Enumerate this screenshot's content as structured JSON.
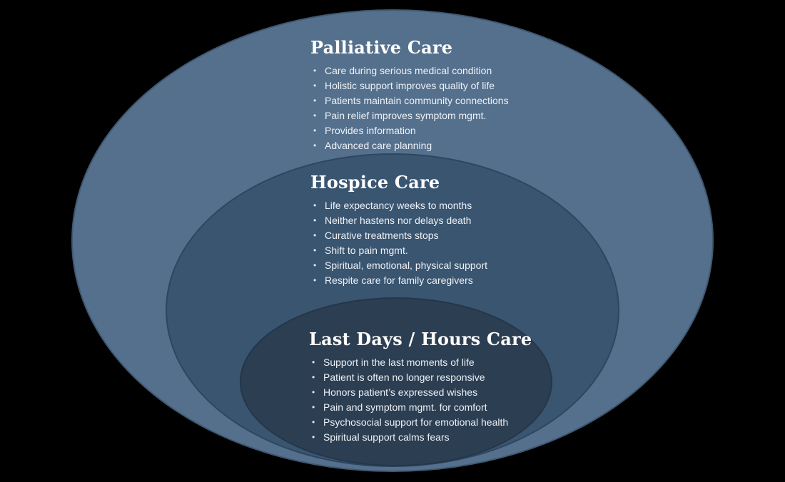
{
  "diagram": {
    "background_color": "#000000",
    "bullet_glyph": "•",
    "heading_text_color": "#ffffff",
    "bullet_text_color": "#edf1f5",
    "sections": [
      {
        "title": "Palliative Care",
        "fill_color": "#54708d",
        "bullets": [
          "Care during serious medical condition",
          "Holistic support improves quality of life",
          "Patients maintain community connections",
          "Pain relief improves symptom mgmt.",
          "Provides information",
          "Advanced care planning"
        ]
      },
      {
        "title": "Hospice Care",
        "fill_color": "#3a5570",
        "bullets": [
          "Life expectancy weeks to months",
          "Neither hastens nor delays death",
          "Curative treatments stops",
          "Shift to pain mgmt.",
          "Spiritual, emotional, physical support",
          "Respite care for family caregivers"
        ]
      },
      {
        "title": "Last Days / Hours Care",
        "fill_color": "#2c3e52",
        "bullets": [
          "Support in the last moments of life",
          "Patient is often no longer responsive",
          "Honors patient’s expressed wishes",
          "Pain and symptom mgmt. for comfort",
          "Psychosocial support for emotional health",
          "Spiritual support calms fears"
        ]
      }
    ]
  }
}
